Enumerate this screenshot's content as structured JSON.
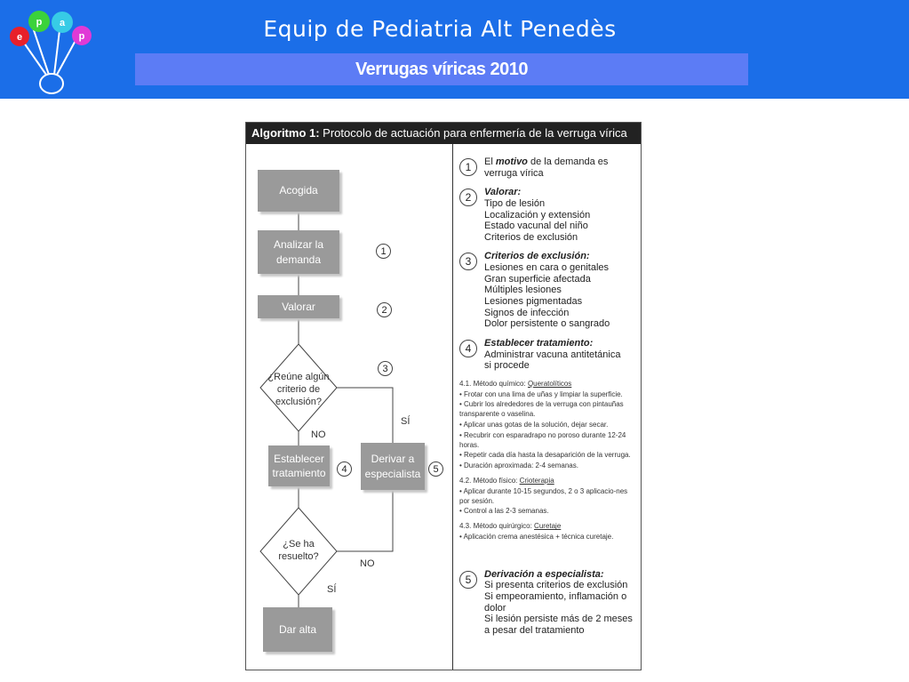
{
  "banner": {
    "title": "Equip de Pediatria Alt Penedès",
    "subtitle": "Verrugas víricas 2010",
    "logo_letters": [
      "e",
      "p",
      "a",
      "p"
    ],
    "logo_colors": [
      "#e8202a",
      "#3bd23b",
      "#37cbe6",
      "#e03ad6"
    ]
  },
  "document": {
    "header_bold": "Algoritmo 1:",
    "header_rest": " Protocolo de actuación para enfermería de la verruga vírica"
  },
  "flow": {
    "acogida": "Acogida",
    "analizar": "Analizar la demanda",
    "valorar": "Valorar",
    "diamond1": "¿Reúne algún criterio de exclusión?",
    "establecer": "Establecer tratamiento",
    "derivar": "Derivar a especialista",
    "diamond2": "¿Se ha resuelto?",
    "dar_alta": "Dar alta",
    "no1": "NO",
    "si1": "SÍ",
    "no2": "NO",
    "si2": "SÍ",
    "n1": "1",
    "n2": "2",
    "n3": "3",
    "n4": "4",
    "n5": "5"
  },
  "steps": {
    "s1": {
      "num": "1",
      "pre": "El ",
      "emph": "motivo",
      "post": " de la demanda es verruga vírica"
    },
    "s2": {
      "num": "2",
      "head": "Valorar:",
      "lines": [
        "Tipo de lesión",
        "Localización y extensión",
        "Estado vacunal del niño",
        "Criterios de exclusión"
      ]
    },
    "s3": {
      "num": "3",
      "head": "Criterios de exclusión:",
      "lines": [
        "Lesiones en cara o genitales",
        "Gran superficie afectada",
        "Múltiples lesiones",
        "Lesiones pigmentadas",
        "Signos de infección",
        "Dolor persistente o sangrado"
      ]
    },
    "s4": {
      "num": "4",
      "head": "Establecer tratamiento:",
      "lines": [
        "Administrar vacuna antitetánica",
        "si procede"
      ]
    },
    "m41": {
      "title_pre": "4.1. Método químico: ",
      "title_link": "Queratolíticos",
      "items": [
        "• Frotar con una lima de uñas y limpiar la superficie.",
        "• Cubrir los alrededores de la verruga con pintauñas transparente o vaselina.",
        "• Aplicar unas gotas de la solución, dejar secar.",
        "• Recubrir con esparadrapo no poroso durante 12-24 horas.",
        "• Repetir cada día hasta la desaparición de la verruga.",
        "• Duración aproximada: 2-4 semanas."
      ]
    },
    "m42": {
      "title_pre": "4.2. Método físico: ",
      "title_link": "Crioterapia",
      "items": [
        "• Aplicar durante 10-15 segundos, 2 o 3 aplicacio-nes por sesión.",
        "• Control a las 2-3 semanas."
      ]
    },
    "m43": {
      "title_pre": "4.3. Método quirúrgico: ",
      "title_link": "Curetaje",
      "items": [
        "• Aplicación crema anestésica + técnica curetaje."
      ]
    },
    "s5": {
      "num": "5",
      "head": "Derivación a especialista:",
      "lines": [
        "Si presenta criterios de exclusión",
        "Si empeoramiento, inflamación o dolor",
        "Si lesión persiste más de 2 meses a pesar del tratamiento"
      ]
    }
  }
}
